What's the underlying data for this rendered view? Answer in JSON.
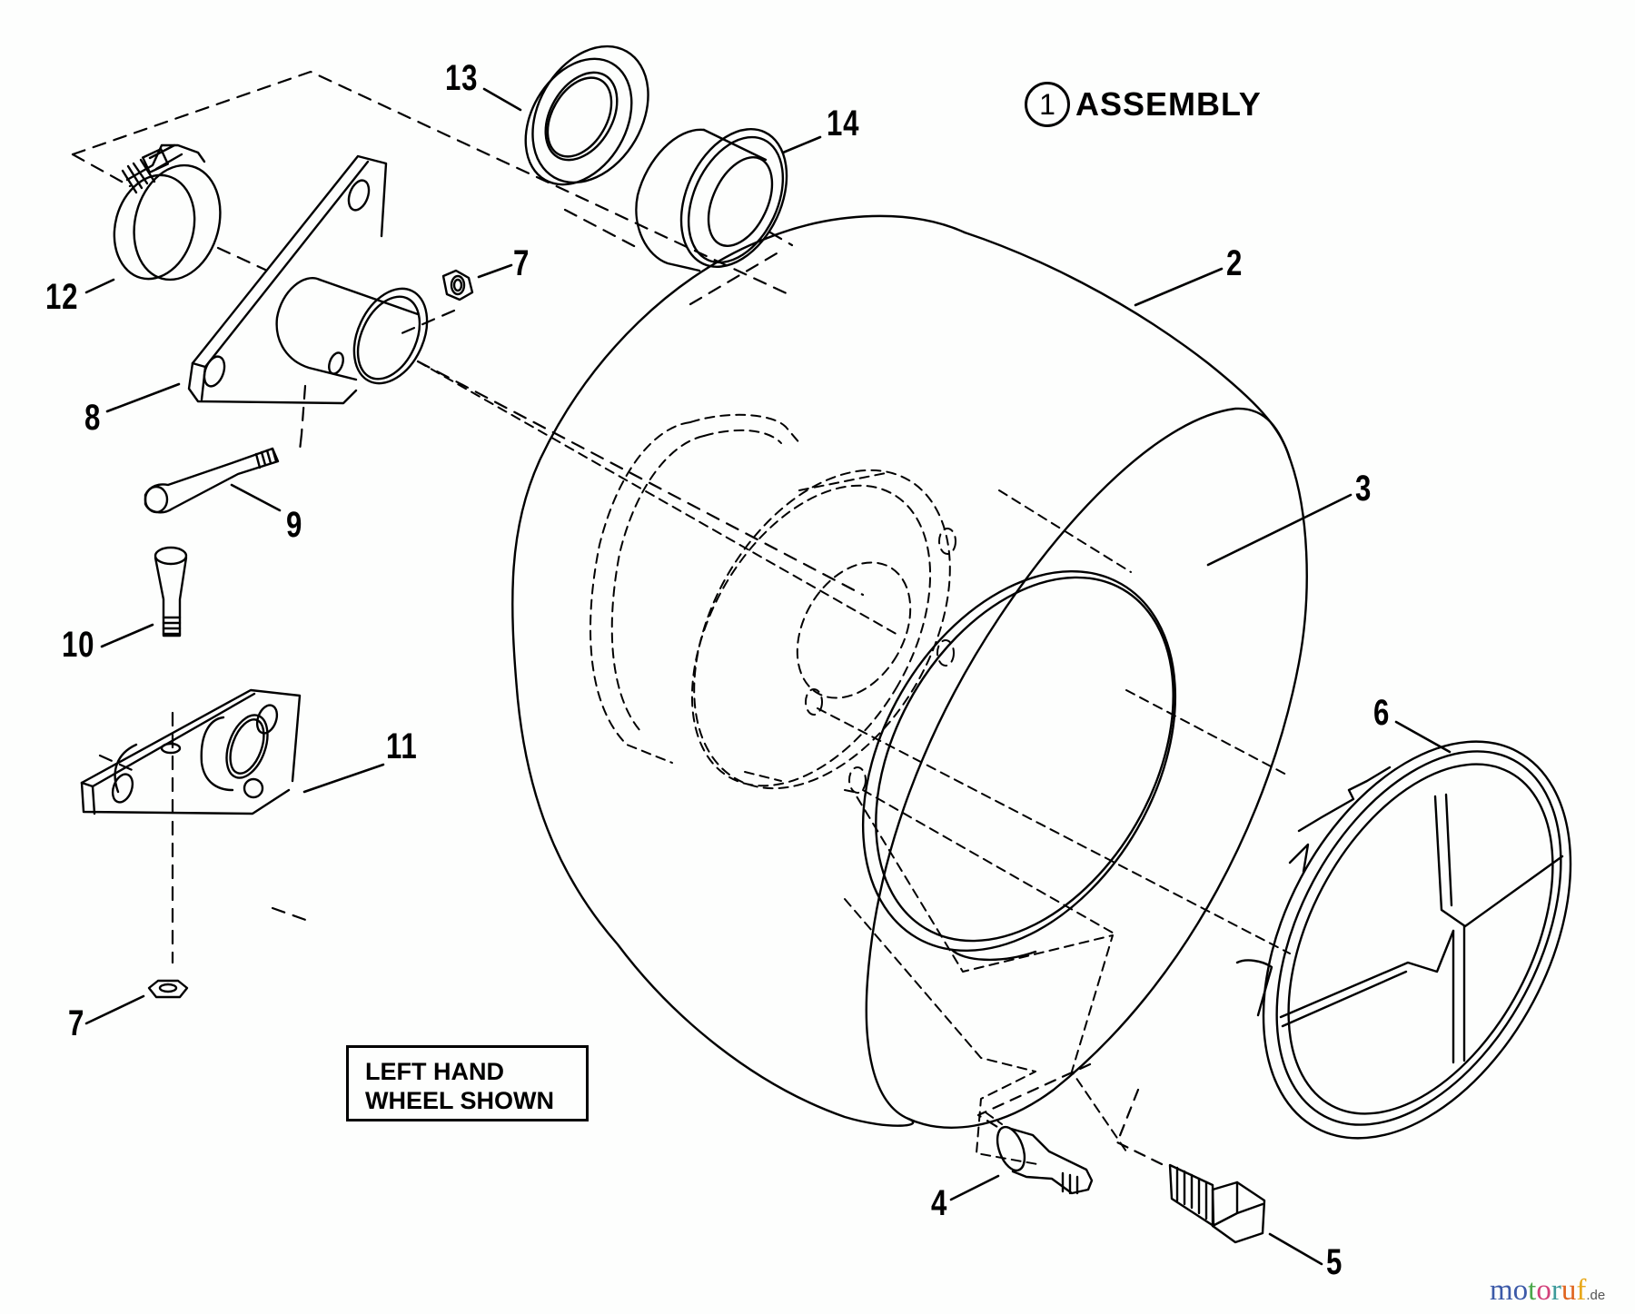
{
  "title": {
    "item_number": "1",
    "label": "ASSEMBLY"
  },
  "note_box": {
    "line1": "LEFT HAND",
    "line2": "WHEEL SHOWN"
  },
  "callouts": [
    {
      "id": "c13",
      "number": "13",
      "part": "bearing"
    },
    {
      "id": "c14",
      "number": "14",
      "part": "spacer-bushing"
    },
    {
      "id": "c12",
      "number": "12",
      "part": "hose-clamp"
    },
    {
      "id": "c7a",
      "number": "7",
      "part": "hex-nut"
    },
    {
      "id": "c8",
      "number": "8",
      "part": "axle-bracket"
    },
    {
      "id": "c9",
      "number": "9",
      "part": "bolt"
    },
    {
      "id": "c2",
      "number": "2",
      "part": "tire"
    },
    {
      "id": "c3",
      "number": "3",
      "part": "rim"
    },
    {
      "id": "c10",
      "number": "10",
      "part": "bolt"
    },
    {
      "id": "c11",
      "number": "11",
      "part": "axle-bracket"
    },
    {
      "id": "c6",
      "number": "6",
      "part": "hub-cap"
    },
    {
      "id": "c7b",
      "number": "7",
      "part": "hex-nut"
    },
    {
      "id": "c4",
      "number": "4",
      "part": "valve-stem"
    },
    {
      "id": "c5",
      "number": "5",
      "part": "hex-bolt"
    }
  ],
  "watermark": {
    "name": "motoruf",
    "tld": ".de",
    "letter_colors": [
      "#3c5aa8",
      "#3c5aa8",
      "#4aa84a",
      "#d2407a",
      "#3c9a9a",
      "#e0641e",
      "#e8a81a"
    ]
  }
}
